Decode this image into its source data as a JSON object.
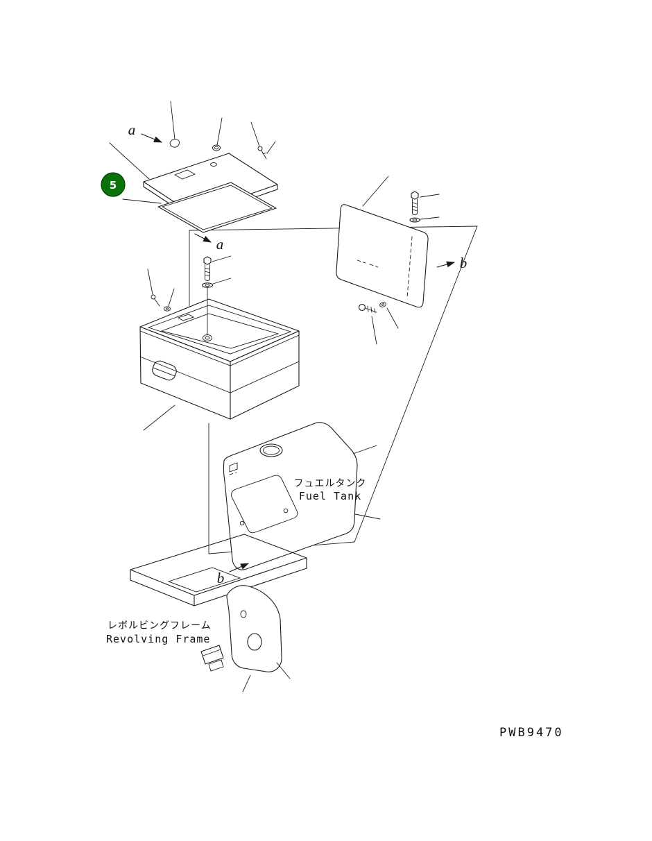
{
  "page": {
    "drawing_number": "PWB9470",
    "background_color": "#ffffff",
    "line_color": "#1a1a1a"
  },
  "callout": {
    "number": "5",
    "color": "#0b720b"
  },
  "view_arrows": {
    "a_top": "a",
    "a_mid": "a",
    "b_right": "b",
    "b_bottom": "b"
  },
  "parts_labels": {
    "fuel_tank": {
      "jp": "フュエルタンク",
      "en": "Fuel Tank"
    },
    "revolving_frame": {
      "jp": "レボルビングフレーム",
      "en": "Revolving Frame"
    }
  }
}
